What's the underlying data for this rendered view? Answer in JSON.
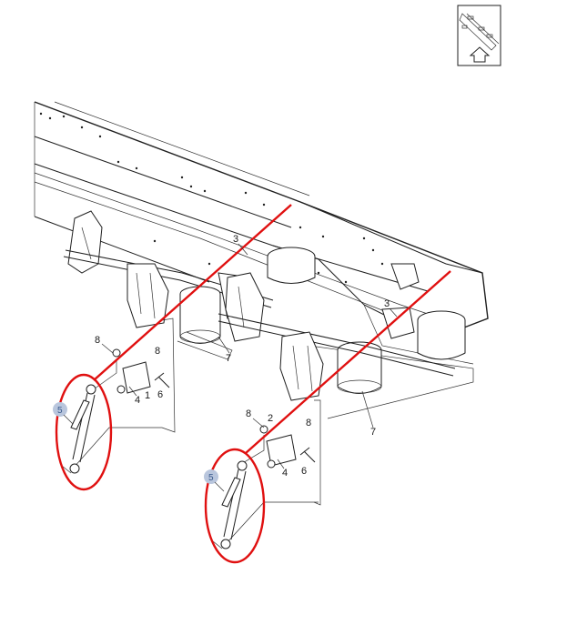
{
  "callouts": {
    "c3a": "3",
    "c3b": "3",
    "c8a": "8",
    "c8b": "8",
    "c8c": "8",
    "c8d": "8",
    "c7a": "7",
    "c7b": "7",
    "c1": "1",
    "c2": "2",
    "c4a": "4",
    "c4b": "4",
    "c6a": "6",
    "c6b": "6",
    "c5a": "5",
    "c5b": "5"
  },
  "colors": {
    "highlight_ring": "#e01010",
    "callout_bubble": "#b9c6dd",
    "line": "#1f1f1f"
  },
  "icons": {
    "orientation": "direction-arrow-icon"
  }
}
